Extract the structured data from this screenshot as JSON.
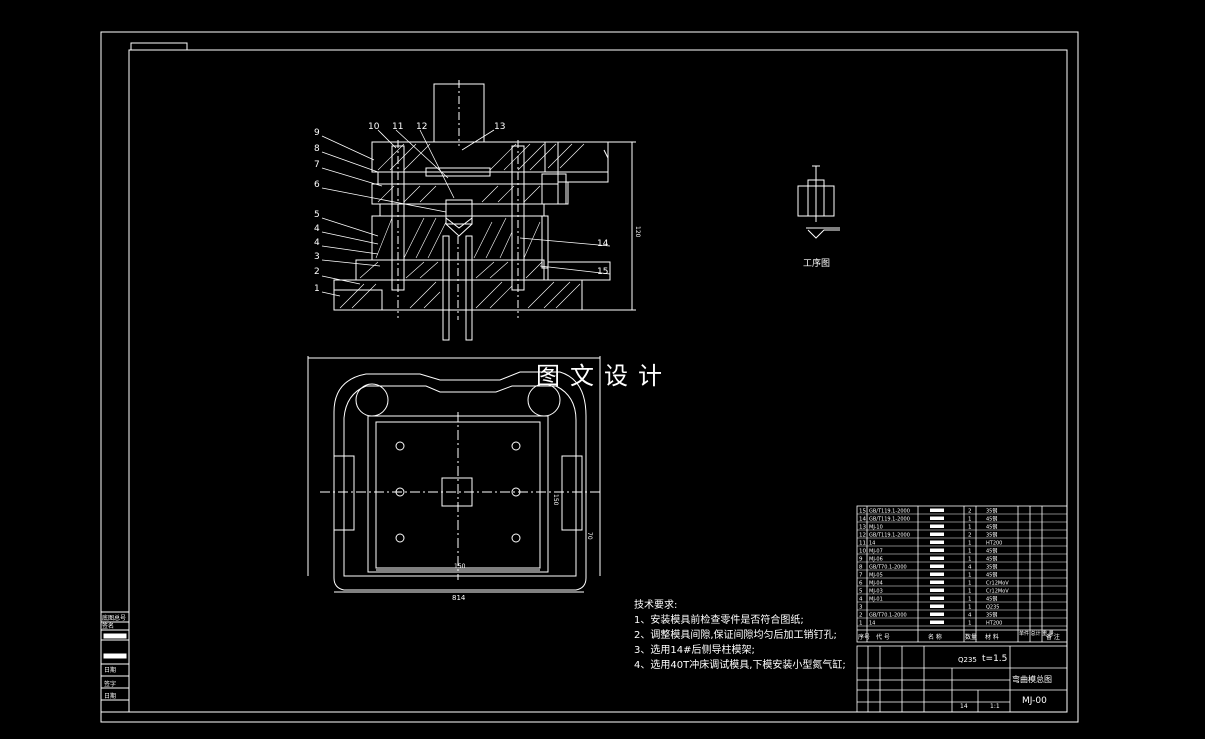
{
  "drawing": {
    "process_label": "工序图",
    "watermark": "图文设计",
    "dims": {
      "width": "814",
      "inner_width": "150",
      "height_side": "120",
      "inner_height": "150",
      "small": "70"
    }
  },
  "callouts": [
    "1",
    "2",
    "3",
    "4",
    "4",
    "5",
    "6",
    "7",
    "8",
    "9",
    "10",
    "11",
    "12",
    "13",
    "14",
    "15"
  ],
  "tech_requirements": {
    "title": "技术要求:",
    "items": [
      "1、安装模具前检查零件是否符合图纸;",
      "2、调整模具间隙,保证间隙均匀后加工销钉孔;",
      "3、选用14#后侧导柱模架;",
      "4、选用40T冲床调试模具,下模安装小型氮气缸;"
    ]
  },
  "bom": {
    "rows": [
      {
        "no": "15",
        "code": "GB/T119.1-2000",
        "qty": "2",
        "mat": "35钢"
      },
      {
        "no": "14",
        "code": "GB/T119.1-2000",
        "qty": "1",
        "mat": "45钢"
      },
      {
        "no": "13",
        "code": "MJ-10",
        "qty": "1",
        "mat": "45钢"
      },
      {
        "no": "12",
        "code": "GB/T119.1-2000",
        "qty": "2",
        "mat": "35钢"
      },
      {
        "no": "11",
        "code": "14",
        "qty": "1",
        "mat": "HT200"
      },
      {
        "no": "10",
        "code": "MJ-07",
        "qty": "1",
        "mat": "45钢"
      },
      {
        "no": "9",
        "code": "MJ-06",
        "qty": "1",
        "mat": "45钢"
      },
      {
        "no": "8",
        "code": "GB/T70.1-2000",
        "qty": "4",
        "mat": "35钢"
      },
      {
        "no": "7",
        "code": "MJ-05",
        "qty": "1",
        "mat": "45钢"
      },
      {
        "no": "6",
        "code": "MJ-04",
        "qty": "1",
        "mat": "Cr12MoV"
      },
      {
        "no": "5",
        "code": "MJ-03",
        "qty": "1",
        "mat": "Cr12MoV"
      },
      {
        "no": "4",
        "code": "MJ-01",
        "qty": "1",
        "mat": "45钢"
      },
      {
        "no": "3",
        "code": "",
        "qty": "1",
        "mat": "Q235"
      },
      {
        "no": "2",
        "code": "GB/T70.1-2000",
        "qty": "4",
        "mat": "35钢"
      },
      {
        "no": "1",
        "code": "14",
        "qty": "1",
        "mat": "HT200"
      }
    ],
    "header": {
      "no": "序号",
      "code": "代 号",
      "name": "名 称",
      "qty": "数量",
      "mat": "材 料",
      "weight": "单件 总计 重 量",
      "note": "备 注"
    }
  },
  "title_block": {
    "material": "Q235",
    "thickness": "t=1.5",
    "name": "弯曲模总图",
    "code": "MJ-00",
    "scale": "1:1",
    "sheet": "14"
  },
  "left_strip": [
    "底图总号",
    "签名",
    "日期",
    "签字",
    "日期"
  ]
}
